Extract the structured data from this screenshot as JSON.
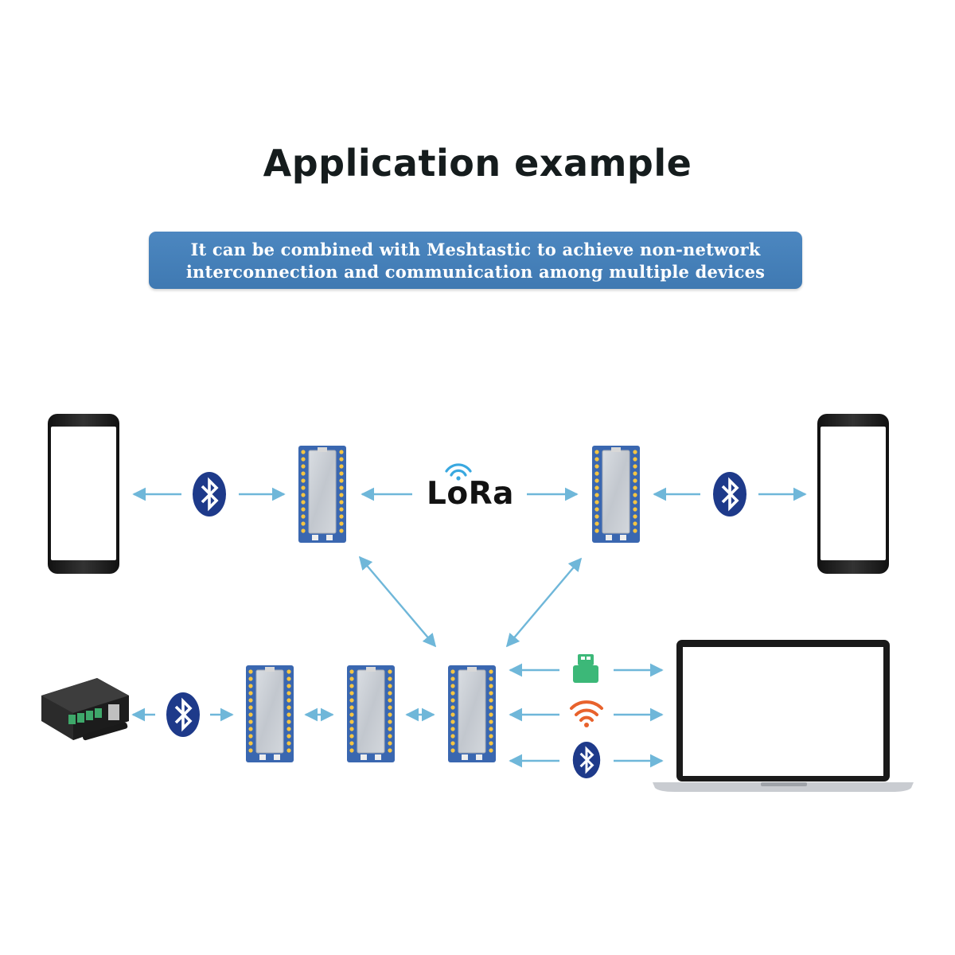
{
  "title": "Application example",
  "banner": {
    "line1": "It can be combined with Meshtastic to achieve non-network",
    "line2": "interconnection and communication among multiple devices"
  },
  "lora_label": "LoRa",
  "colors": {
    "arrow": "#6fb7d9",
    "banner": "#4682bb",
    "bluetooth": "#1e3a8a",
    "board_blue": "#3a67b0",
    "wifi": "#e8622c",
    "usb": "#3cb878",
    "lora_wave": "#39a8e0"
  },
  "icons": [
    "phone-icon",
    "bluetooth-icon",
    "lora-module-icon",
    "wifi-icon",
    "usb-dongle-icon",
    "relay-controller-icon",
    "laptop-icon"
  ]
}
